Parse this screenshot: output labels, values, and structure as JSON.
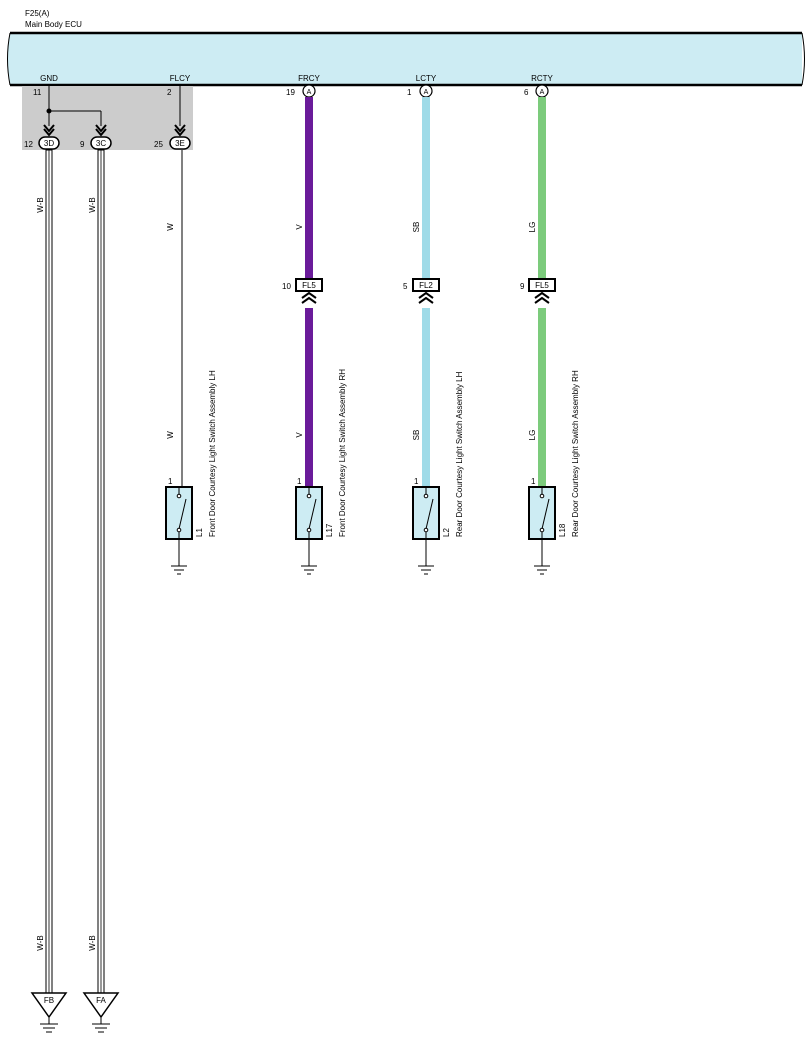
{
  "ecu": {
    "code": "F25(A)",
    "name": "Main Body ECU",
    "pins": [
      {
        "name": "GND",
        "num": "11"
      },
      {
        "name": "FLCY",
        "num": "2"
      },
      {
        "name": "FRCY",
        "num": "19",
        "conn": "A"
      },
      {
        "name": "LCTY",
        "num": "1",
        "conn": "A"
      },
      {
        "name": "RCTY",
        "num": "6",
        "conn": "A"
      }
    ]
  },
  "junction_connectors": [
    {
      "num": "12",
      "code": "3D"
    },
    {
      "num": "9",
      "code": "3C"
    },
    {
      "num": "25",
      "code": "3E"
    }
  ],
  "wires": [
    {
      "id": "gnd1",
      "color_code": "W-B",
      "color_code_bottom": "W-B",
      "hex": "#ffffff"
    },
    {
      "id": "gnd2",
      "color_code": "W-B",
      "color_code_bottom": "W-B",
      "hex": "#ffffff"
    },
    {
      "id": "flcy",
      "color_code": "W",
      "color_code_bottom": "W",
      "hex": "#ffffff"
    },
    {
      "id": "frcy",
      "color_code": "V",
      "color_code_bottom": "V",
      "hex": "#6a1b9a"
    },
    {
      "id": "lcty",
      "color_code": "SB",
      "color_code_bottom": "SB",
      "hex": "#9fdbe8"
    },
    {
      "id": "rcty",
      "color_code": "LG",
      "color_code_bottom": "LG",
      "hex": "#7ccb7c"
    }
  ],
  "inline_connectors": [
    {
      "num": "10",
      "code": "FL5"
    },
    {
      "num": "5",
      "code": "FL2"
    },
    {
      "num": "9",
      "code": "FL5"
    }
  ],
  "switches": [
    {
      "pin": "1",
      "code": "L1",
      "name": "Front Door Courtesy Light Switch Assembly LH"
    },
    {
      "pin": "1",
      "code": "L17",
      "name": "Front Door Courtesy Light Switch Assembly RH"
    },
    {
      "pin": "1",
      "code": "L2",
      "name": "Rear Door Courtesy Light Switch Assembly LH"
    },
    {
      "pin": "1",
      "code": "L18",
      "name": "Rear Door Courtesy Light Switch Assembly RH"
    }
  ],
  "ground_points": [
    {
      "code": "FB"
    },
    {
      "code": "FA"
    }
  ],
  "colors": {
    "ecu_fill": "#cdecf3",
    "junction_fill": "#cccccc",
    "line": "#000000"
  }
}
